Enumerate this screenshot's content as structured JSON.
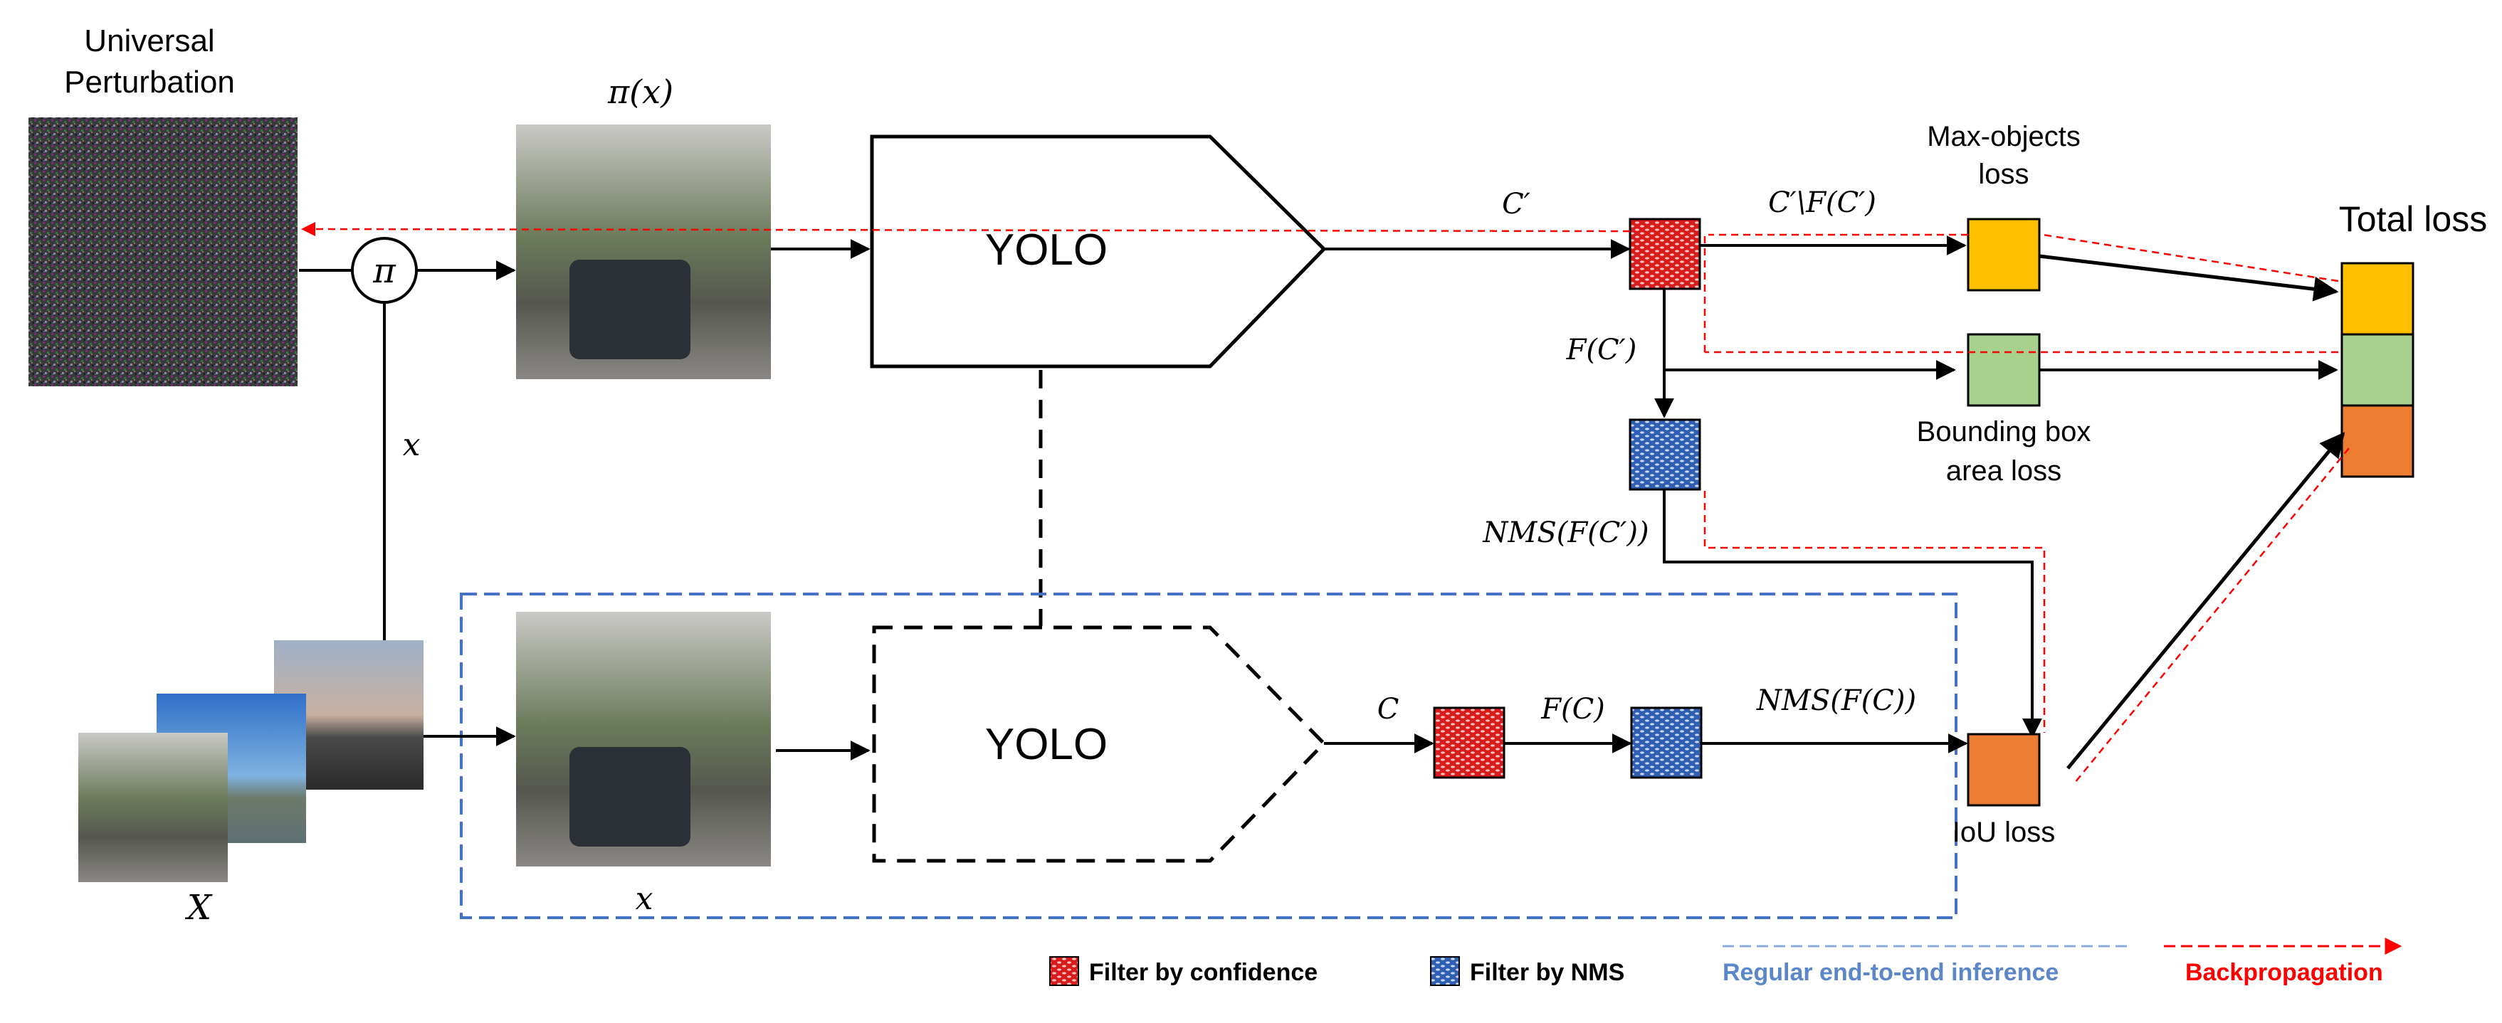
{
  "labels": {
    "universal_perturbation": [
      "Universal",
      "Perturbation"
    ],
    "pi_of_x": "π(x)",
    "pi_symbol": "π",
    "x_after_pi": "x",
    "x_bottom_image": "x",
    "dataset_X": "X",
    "yolo_top": "YOLO",
    "yolo_bottom": "YOLO",
    "c_prime": "C′",
    "c_prime_minus_f": "C′\\F(C′)",
    "f_c_prime": "F(C′)",
    "nms_f_c_prime": "NMS(F(C′))",
    "c": "C",
    "f_c": "F(C)",
    "nms_f_c": "NMS(F(C))",
    "max_objects_loss": [
      "Max-objects",
      "loss"
    ],
    "bbox_area_loss": [
      "Bounding box",
      "area loss"
    ],
    "iou_loss": "IoU loss",
    "total_loss": "Total loss"
  },
  "legend": {
    "filter_confidence": "Filter by confidence",
    "filter_nms": "Filter by NMS",
    "regular_inference": "Regular end-to-end inference",
    "backpropagation": "Backpropagation"
  },
  "colors": {
    "confidence_filter": "#e53935",
    "nms_filter": "#3f6fc4",
    "max_objects_loss": "#ffc000",
    "bbox_area_loss": "#a9d18e",
    "iou_loss": "#ed7d31",
    "inference_box": "#4472c4",
    "backprop": "#ff0000",
    "legend_inference_text": "#5b87c9",
    "legend_backprop_text": "#ff0000"
  }
}
